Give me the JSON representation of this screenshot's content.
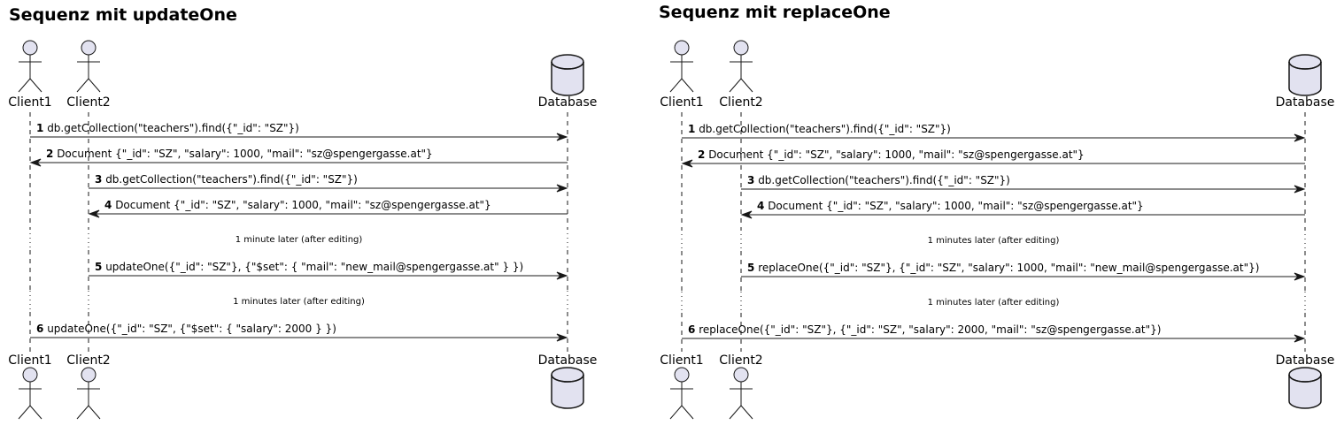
{
  "colors": {
    "actor_fill": "#E2E2F0",
    "actor_stroke": "#181818",
    "lifeline": "#181818",
    "arrow": "#181818",
    "text": "#000000"
  },
  "diagrams": [
    {
      "title": "Sequenz mit updateOne",
      "participants": [
        {
          "id": "c1",
          "label": "Client1",
          "kind": "actor",
          "icon": "actor-icon"
        },
        {
          "id": "c2",
          "label": "Client2",
          "kind": "actor",
          "icon": "actor-icon"
        },
        {
          "id": "db",
          "label": "Database",
          "kind": "database",
          "icon": "database-icon"
        }
      ],
      "steps": [
        {
          "type": "message",
          "num": "1",
          "from": "c1",
          "to": "db",
          "text": "db.getCollection(\"teachers\").find({\"_id\": \"SZ\"})"
        },
        {
          "type": "message",
          "num": "2",
          "from": "db",
          "to": "c1",
          "text": "Document {\"_id\": \"SZ\", \"salary\": 1000, \"mail\": \"sz@spengergasse.at\"}"
        },
        {
          "type": "message",
          "num": "3",
          "from": "c2",
          "to": "db",
          "text": "db.getCollection(\"teachers\").find({\"_id\": \"SZ\"})"
        },
        {
          "type": "message",
          "num": "4",
          "from": "db",
          "to": "c2",
          "text": "Document {\"_id\": \"SZ\", \"salary\": 1000, \"mail\": \"sz@spengergasse.at\"}"
        },
        {
          "type": "delay",
          "text": "1 minute later (after editing)"
        },
        {
          "type": "message",
          "num": "5",
          "from": "c2",
          "to": "db",
          "text": "updateOne({\"_id\": \"SZ\"}, {\"$set\": { \"mail\": \"new_mail@spengergasse.at\" } })"
        },
        {
          "type": "delay",
          "text": "1 minutes later (after editing)"
        },
        {
          "type": "message",
          "num": "6",
          "from": "c1",
          "to": "db",
          "text": "updateOne({\"_id\": \"SZ\", {\"$set\": { \"salary\": 2000 } })"
        }
      ]
    },
    {
      "title": "Sequenz mit replaceOne",
      "participants": [
        {
          "id": "c1",
          "label": "Client1",
          "kind": "actor",
          "icon": "actor-icon"
        },
        {
          "id": "c2",
          "label": "Client2",
          "kind": "actor",
          "icon": "actor-icon"
        },
        {
          "id": "db",
          "label": "Database",
          "kind": "database",
          "icon": "database-icon"
        }
      ],
      "steps": [
        {
          "type": "message",
          "num": "1",
          "from": "c1",
          "to": "db",
          "text": "db.getCollection(\"teachers\").find({\"_id\": \"SZ\"})"
        },
        {
          "type": "message",
          "num": "2",
          "from": "db",
          "to": "c1",
          "text": "Document {\"_id\": \"SZ\", \"salary\": 1000, \"mail\": \"sz@spengergasse.at\"}"
        },
        {
          "type": "message",
          "num": "3",
          "from": "c2",
          "to": "db",
          "text": "db.getCollection(\"teachers\").find({\"_id\": \"SZ\"})"
        },
        {
          "type": "message",
          "num": "4",
          "from": "db",
          "to": "c2",
          "text": "Document {\"_id\": \"SZ\", \"salary\": 1000, \"mail\": \"sz@spengergasse.at\"}"
        },
        {
          "type": "delay",
          "text": "1 minutes later (after editing)"
        },
        {
          "type": "message",
          "num": "5",
          "from": "c2",
          "to": "db",
          "text": "replaceOne({\"_id\": \"SZ\"}, {\"_id\": \"SZ\", \"salary\": 1000, \"mail\": \"new_mail@spengergasse.at\"})"
        },
        {
          "type": "delay",
          "text": "1 minutes later (after editing)"
        },
        {
          "type": "message",
          "num": "6",
          "from": "c1",
          "to": "db",
          "text": "replaceOne({\"_id\": \"SZ\"}, {\"_id\": \"SZ\", \"salary\": 2000, \"mail\": \"sz@spengergasse.at\"})"
        }
      ]
    }
  ]
}
